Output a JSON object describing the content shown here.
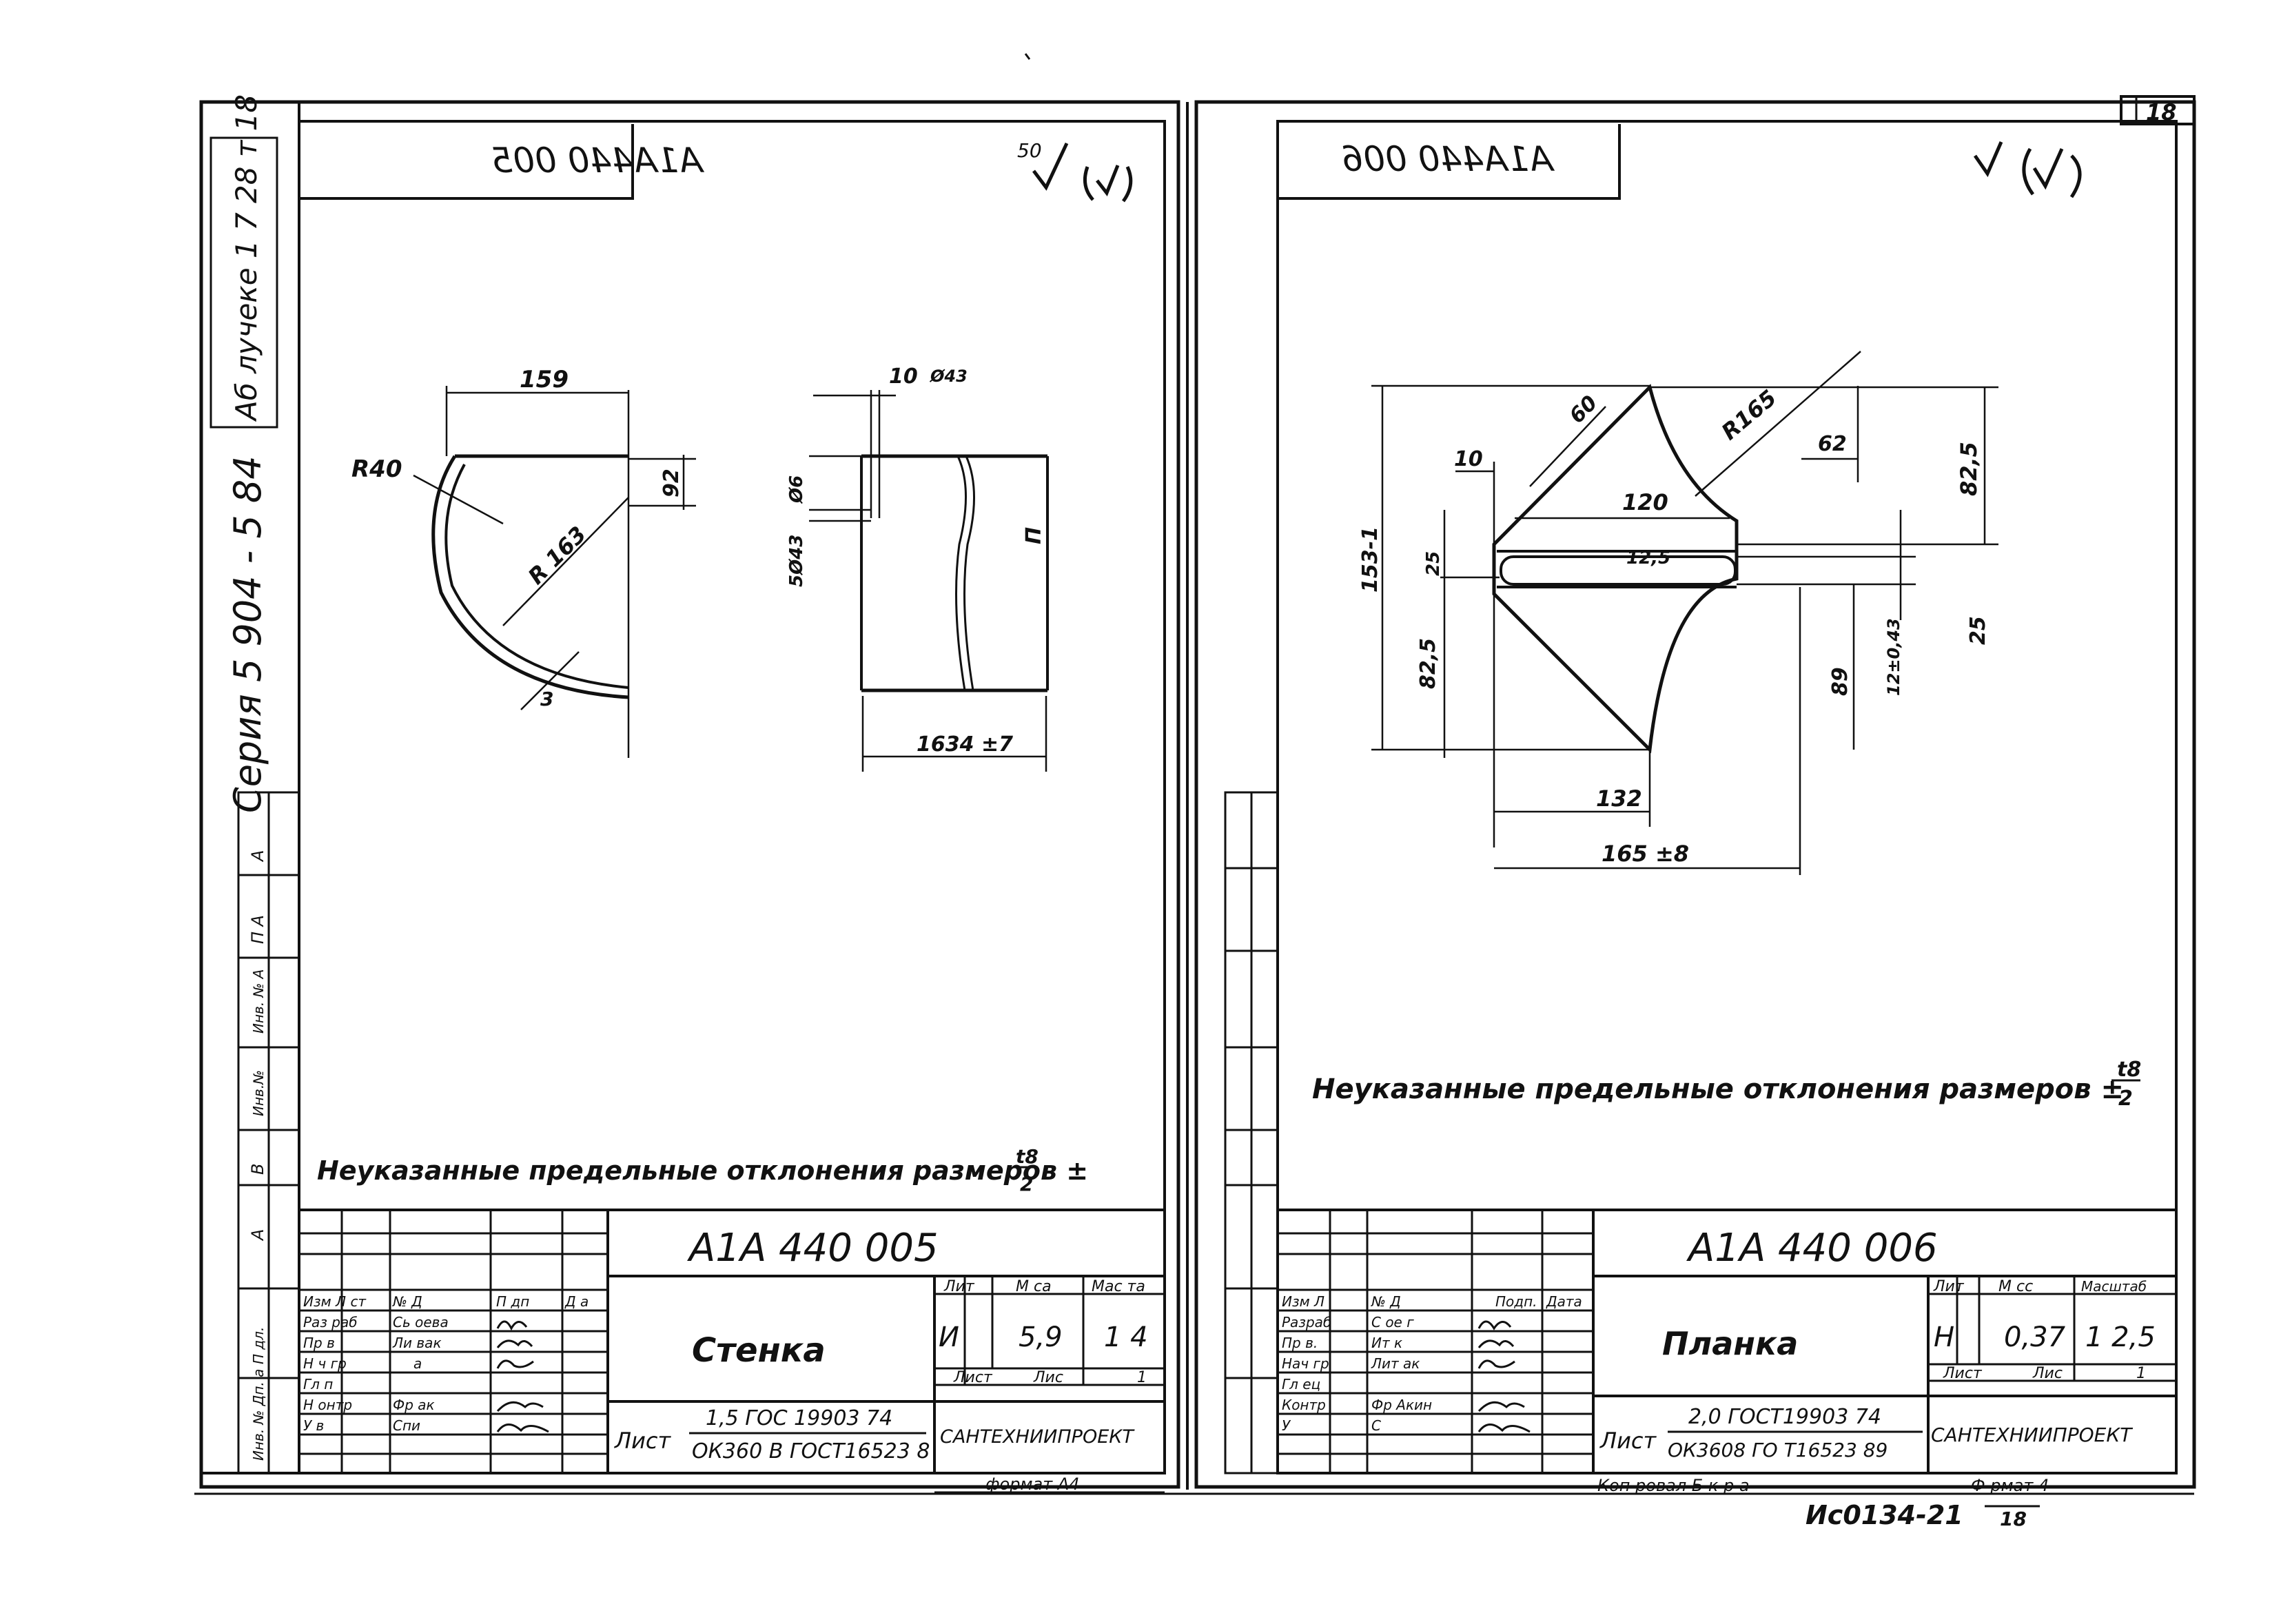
{
  "page_number": "18",
  "margin": {
    "series": "Серия 5 904 - 5 84",
    "vertical_note": "Аб лучеке 1 7 28 т 18",
    "stamp_cells": [
      "А",
      "П А",
      "Инв. № А",
      "Инв.№",
      "В",
      "А",
      "Инв. № Дп. а",
      "П дл."
    ]
  },
  "left_sheet": {
    "mirror_code": "А1А440 005",
    "roughness": "50",
    "dims": {
      "width": "159",
      "h": "92",
      "r_small": "R40",
      "r_big": "R 163",
      "t": "3",
      "top": "10",
      "top_tol": "Ø43",
      "side_a": "Ø6",
      "side_b": "5Ø43",
      "right_h": "П",
      "length": "1634 ±7"
    },
    "note": "Неуказанные предельные отклонения размеров ±",
    "tol_num": "t8",
    "tol_den": "2",
    "title": {
      "code": "А1А 440 005",
      "name": "Стенка",
      "lit_hdr": "Лит",
      "mass_hdr": "М ca",
      "scale_hdr": "Мас та",
      "lit": "И",
      "mass": "5,9",
      "scale": "1 4",
      "sheet_hdr": "Лист",
      "sheets_hdr": "Лис",
      "sheets": "1",
      "roles": [
        "Изм Л ст",
        "Раз раб",
        "Пр в",
        "Н ч гр",
        "Гл п",
        "Н онтр",
        "У в"
      ],
      "names": [
        "№ Д",
        "Сь оева",
        "Ли вак",
        "а",
        "",
        "Фр ак",
        "Спи"
      ],
      "top_hdr": [
        "Изм Л ст",
        "№ Д",
        "П дп",
        "Д а"
      ],
      "material_prefix": "Лист",
      "material_top": "1,5 ГОС 19903 74",
      "material_bottom": "ОК360 В  ГОСТ16523 8",
      "org": "САНТЕХНИИПРОЕКТ",
      "format": "формат А4"
    }
  },
  "right_sheet": {
    "mirror_code": "А1А440 006",
    "dims": {
      "h_total": "153-1",
      "top_off": "10",
      "side": "60",
      "r": "R165",
      "w120": "120",
      "right": "62",
      "top_h": "82,5",
      "slot": "12,5",
      "s25": "25",
      "right_25": "25",
      "bottom_h": "82,5",
      "rh": "89",
      "tol": "12±0,43",
      "w132": "132",
      "w165": "165 ±8"
    },
    "note": "Неуказанные предельные отклонения размеров ±",
    "tol_num": "t8",
    "tol_den": "2",
    "title": {
      "code": "А1А 440 006",
      "name": "Планка",
      "lit_hdr": "Лит",
      "mass_hdr": "М сс",
      "scale_hdr": "Масштаб",
      "lit": "Н",
      "mass": "0,37",
      "scale": "1 2,5",
      "sheet_hdr": "Лист",
      "sheets_hdr": "Лис",
      "sheets": "1",
      "roles": [
        "Изм Л",
        "Разраб",
        "Пр в.",
        "Нач гр",
        "Гл ец",
        "Контр",
        "У"
      ],
      "names": [
        "№ Д",
        "С ое г",
        "Ит к",
        "Лит ак",
        "",
        "Фр Акин",
        "С"
      ],
      "top_hdr": [
        "Изм Л",
        "№ Д",
        "Подп.",
        "Дата"
      ],
      "material_prefix": "Лист",
      "material_top": "2,0 ГОСТ19903 74",
      "material_bottom": "ОК3608  ГО  Т16523 89",
      "org": "САНТЕХНИИПРОЕКТ",
      "footer_left": "Коп ровал  Б к р  а",
      "footer_right": "Ф рмат  4"
    }
  },
  "bottom_code": "Ис0134-21",
  "bottom_num": "18"
}
